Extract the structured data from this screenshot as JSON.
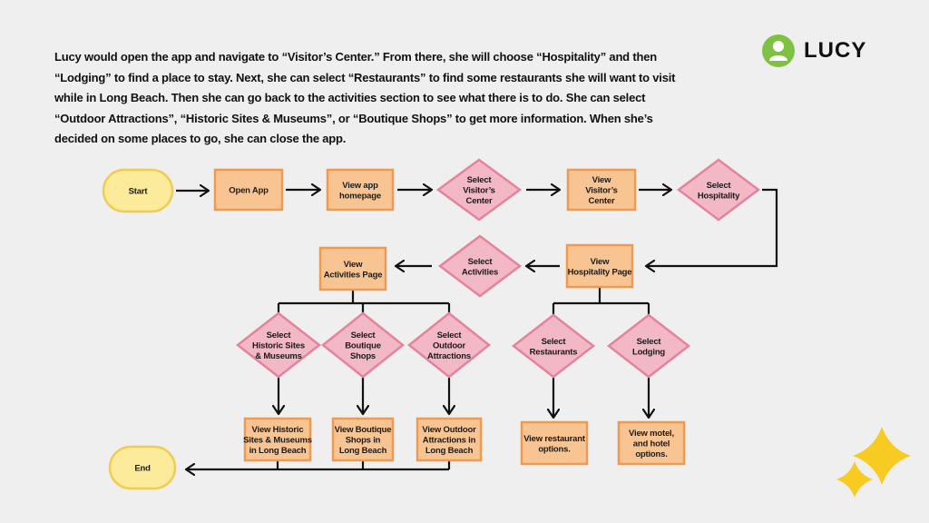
{
  "description": "Lucy would open the app and navigate to “Visitor’s Center.” From there, she will choose “Hospitality” and then “Lodging” to find a place to stay. Next, she can select “Restaurants” to find some restaurants she will want to visit while in Long Beach. Then she can go back to the activities section to see what there is to do. She can select “Outdoor Attractions”, “Historic Sites & Museums”, or “Boutique Shops” to get more information. When she’s decided on some places to go, she can close the app.",
  "brand": {
    "name": "LUCY",
    "icon": "user-avatar-icon",
    "color": "#7fc243"
  },
  "colors": {
    "terminal_fill": "#fbeb9b",
    "terminal_stroke": "#f0cc52",
    "process_fill": "#f8c592",
    "process_stroke": "#ef9a52",
    "decision_fill": "#f2b8c6",
    "decision_stroke": "#e5829d",
    "sparkle": "#f7cb22",
    "connector": "#111111"
  },
  "nodes": {
    "start": {
      "shape": "terminal",
      "lines": [
        "Start"
      ]
    },
    "open_app": {
      "shape": "process",
      "lines": [
        "Open App"
      ]
    },
    "view_homepage": {
      "shape": "process",
      "lines": [
        "View app",
        "homepage"
      ]
    },
    "select_visitors_center": {
      "shape": "decision",
      "lines": [
        "Select",
        "Visitor’s",
        "Center"
      ]
    },
    "view_visitors_center": {
      "shape": "process",
      "lines": [
        "View",
        "Visitor’s",
        "Center"
      ]
    },
    "select_hospitality": {
      "shape": "decision",
      "lines": [
        "Select",
        "Hospitality"
      ]
    },
    "view_hospitality_page": {
      "shape": "process",
      "lines": [
        "View",
        "Hospitality Page"
      ]
    },
    "select_activities": {
      "shape": "decision",
      "lines": [
        "Select",
        "Activities"
      ]
    },
    "view_activities_page": {
      "shape": "process",
      "lines": [
        "View",
        "Activities Page"
      ]
    },
    "select_historic": {
      "shape": "decision",
      "lines": [
        "Select",
        "Historic Sites",
        "& Museums"
      ]
    },
    "select_boutique": {
      "shape": "decision",
      "lines": [
        "Select",
        "Boutique",
        "Shops"
      ]
    },
    "select_outdoor": {
      "shape": "decision",
      "lines": [
        "Select",
        "Outdoor",
        "Attractions"
      ]
    },
    "select_restaurants": {
      "shape": "decision",
      "lines": [
        "Select",
        "Restaurants"
      ]
    },
    "select_lodging": {
      "shape": "decision",
      "lines": [
        "Select",
        "Lodging"
      ]
    },
    "view_historic": {
      "shape": "process",
      "lines": [
        "View Historic",
        "Sites & Museums",
        "in Long Beach"
      ]
    },
    "view_boutique": {
      "shape": "process",
      "lines": [
        "View Boutique",
        "Shops in",
        "Long Beach"
      ]
    },
    "view_outdoor": {
      "shape": "process",
      "lines": [
        "View  Outdoor",
        "Attractions in",
        "Long Beach"
      ]
    },
    "view_restaurants": {
      "shape": "process",
      "lines": [
        "View restaurant",
        "options."
      ]
    },
    "view_lodging": {
      "shape": "process",
      "lines": [
        "View motel,",
        "and hotel",
        "options."
      ]
    },
    "end": {
      "shape": "terminal",
      "lines": [
        "End"
      ]
    }
  },
  "edges": [
    [
      "start",
      "open_app"
    ],
    [
      "open_app",
      "view_homepage"
    ],
    [
      "view_homepage",
      "select_visitors_center"
    ],
    [
      "select_visitors_center",
      "view_visitors_center"
    ],
    [
      "view_visitors_center",
      "select_hospitality"
    ],
    [
      "select_hospitality",
      "view_hospitality_page"
    ],
    [
      "view_hospitality_page",
      "select_activities"
    ],
    [
      "select_activities",
      "view_activities_page"
    ],
    [
      "view_activities_page",
      "select_historic"
    ],
    [
      "view_activities_page",
      "select_boutique"
    ],
    [
      "view_activities_page",
      "select_outdoor"
    ],
    [
      "select_historic",
      "view_historic"
    ],
    [
      "select_boutique",
      "view_boutique"
    ],
    [
      "select_outdoor",
      "view_outdoor"
    ],
    [
      "view_hospitality_page",
      "select_restaurants"
    ],
    [
      "view_hospitality_page",
      "select_lodging"
    ],
    [
      "select_restaurants",
      "view_restaurants"
    ],
    [
      "select_lodging",
      "view_lodging"
    ],
    [
      "view_historic",
      "end"
    ],
    [
      "view_boutique",
      "end"
    ],
    [
      "view_outdoor",
      "end"
    ]
  ]
}
